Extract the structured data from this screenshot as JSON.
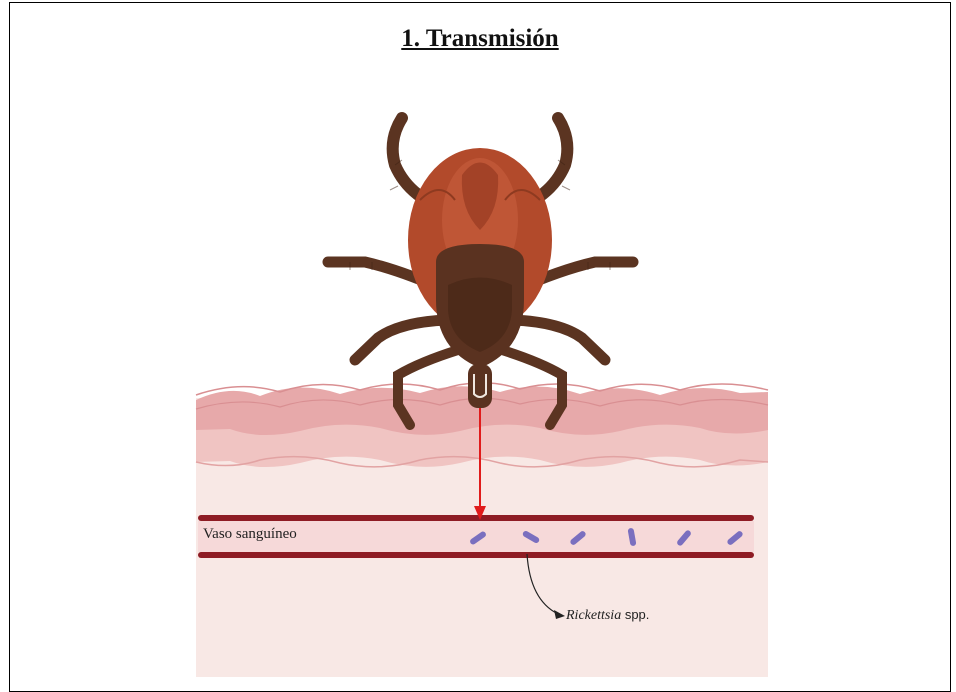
{
  "title": "1. Transmisión",
  "labels": {
    "blood_vessel": "Vaso sanguíneo",
    "bacteria_genus": "Rickettsia",
    "bacteria_suffix": " spp."
  },
  "colors": {
    "skin_outer": "#e7a9aa",
    "skin_mid": "#f0c4c2",
    "skin_inner": "#f8e8e5",
    "vessel_wall": "#8e1c24",
    "vessel_lumen": "#f6d9d9",
    "tick_body": "#b24a2b",
    "tick_head": "#5a3220",
    "tick_legs": "#5b3421",
    "bacteria": "#7a6fbf",
    "arrow": "#e01b1b"
  },
  "icons": [
    "tick-icon",
    "rickettsia-bacterium-icon",
    "down-arrow-icon",
    "curved-pointer-arrow-icon"
  ]
}
